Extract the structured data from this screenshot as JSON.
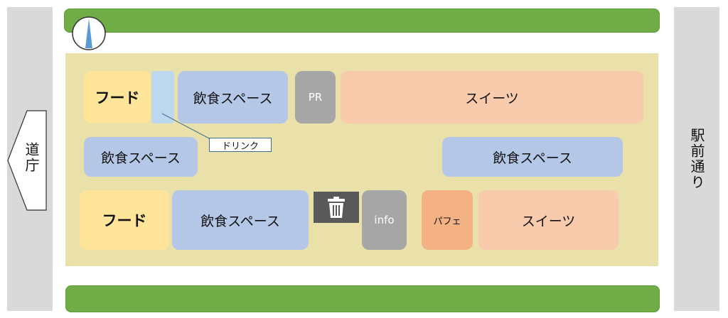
{
  "map": {
    "roads": {
      "left_label": "道庁",
      "right_label": "駅前通り"
    },
    "blocks": {
      "food_top": "フード",
      "eat_top": "飲食スペース",
      "pr": "PR",
      "sweets_top": "スイーツ",
      "drink_label": "ドリンク",
      "eat_mid_left": "飲食スペース",
      "eat_mid_right": "飲食スペース",
      "food_bottom": "フード",
      "eat_bottom": "飲食スペース",
      "info": "info",
      "parfait": "パフェ",
      "sweets_bottom": "スイーツ"
    },
    "icons": {
      "compass": "north-arrow-icon",
      "trash": "trash-icon",
      "direction": "left-arrow-icon"
    },
    "colors": {
      "green": "#70ad47",
      "plaza": "#e9e1a9",
      "road": "#d9d9d9",
      "food": "#ffe599",
      "eat": "#b4c7e7",
      "sweets": "#f8cbad",
      "gray": "#a6a6a6",
      "parfait": "#f4b183",
      "drink": "#bdd7ee"
    }
  }
}
